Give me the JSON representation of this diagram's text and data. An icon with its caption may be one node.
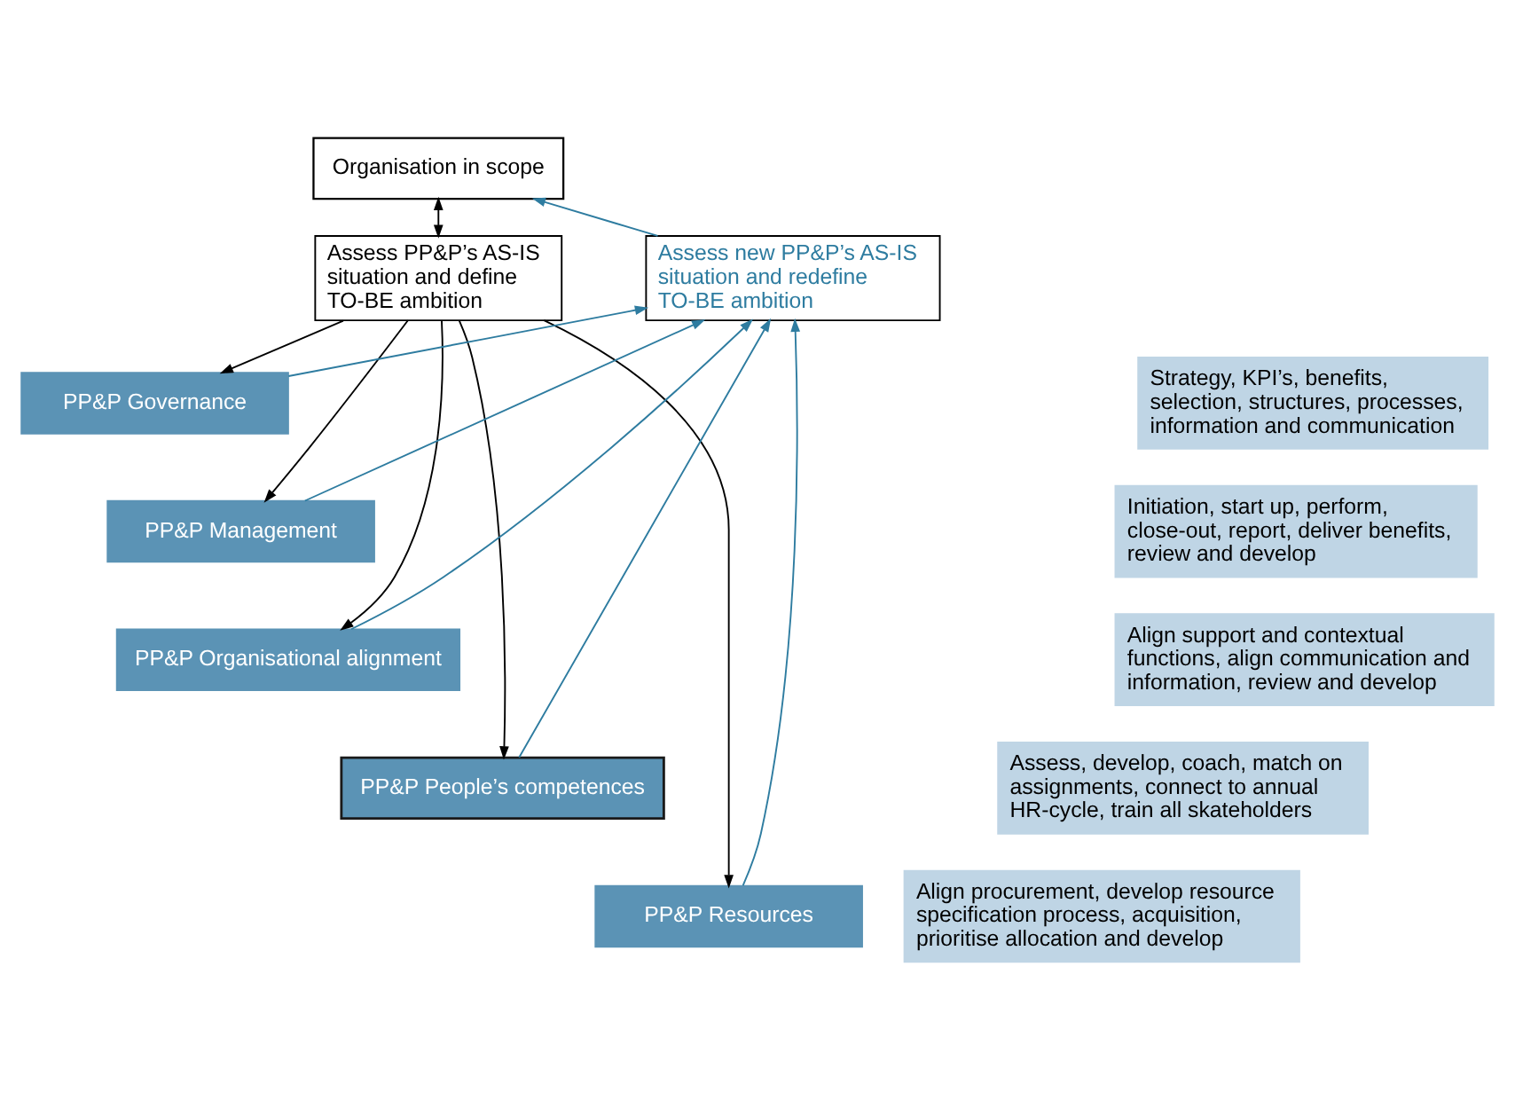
{
  "diagram": {
    "nodes": [
      {
        "text": [
          "Organisation in scope"
        ]
      },
      {
        "text": [
          "Assess PP&P’s AS-IS situation and define TO-BE ambition"
        ]
      },
      {
        "text": [
          "Assess new PP&P’s AS-IS situation and redefine TO-BE ambition"
        ]
      },
      {
        "text": [
          "PP&P Governance"
        ]
      },
      {
        "text": [
          "PP&P Management"
        ]
      },
      {
        "text": [
          "PP&P Organisational alignment"
        ]
      },
      {
        "text": [
          "PP&P People’s competences"
        ]
      },
      {
        "text": [
          "PP&P Resources"
        ]
      },
      {
        "text": [
          "Strategy, KPI’s, benefits, selection, structures, processes, information and communication"
        ]
      },
      {
        "text": [
          "Initiation, start up, perform, close-out, report, deliver benefits, review and develop"
        ]
      },
      {
        "text": [
          "Align support and contextual functions, align communication and information, review and develop"
        ]
      },
      {
        "text": [
          "Assess, develop, coach, match on assignments, connect to annual HR-cycle, train all skateholders"
        ]
      },
      {
        "text": [
          "Align procurement, develop resource specification process, acquisition, prioritise allocation and develop"
        ]
      }
    ],
    "edges": [
      {
        "from": 0,
        "to": 1,
        "arrow": "both"
      },
      {
        "from": 2,
        "to": 0,
        "arrow": "to",
        "color": "#2e7ca0"
      },
      {
        "from": 1,
        "to": 3,
        "arrow": "to"
      },
      {
        "from": 1,
        "to": 4,
        "arrow": "to"
      },
      {
        "from": 1,
        "to": 5,
        "arrow": "to"
      },
      {
        "from": 1,
        "to": 6,
        "arrow": "to"
      },
      {
        "from": 1,
        "to": 7,
        "arrow": "to"
      },
      {
        "from": 3,
        "to": 2,
        "arrow": "to",
        "color": "#2e7ca0"
      },
      {
        "from": 4,
        "to": 2,
        "arrow": "to",
        "color": "#2e7ca0"
      },
      {
        "from": 5,
        "to": 2,
        "arrow": "to",
        "color": "#2e7ca0"
      },
      {
        "from": 6,
        "to": 2,
        "arrow": "to",
        "color": "#2e7ca0"
      },
      {
        "from": 7,
        "to": 2,
        "arrow": "to",
        "color": "#2e7ca0"
      }
    ]
  }
}
